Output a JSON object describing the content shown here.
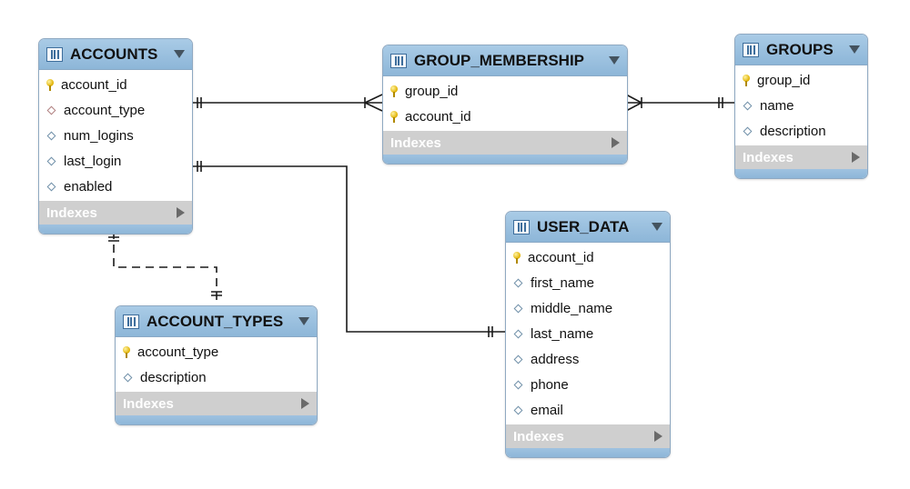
{
  "tables": [
    {
      "id": "accounts",
      "name": "ACCOUNTS",
      "columns": [
        {
          "name": "account_id",
          "kind": "key"
        },
        {
          "name": "account_type",
          "kind": "fk"
        },
        {
          "name": "num_logins",
          "kind": "column"
        },
        {
          "name": "last_login",
          "kind": "column"
        },
        {
          "name": "enabled",
          "kind": "column"
        }
      ],
      "indexes_label": "Indexes"
    },
    {
      "id": "group_membership",
      "name": "GROUP_MEMBERSHIP",
      "columns": [
        {
          "name": "group_id",
          "kind": "key"
        },
        {
          "name": "account_id",
          "kind": "key"
        }
      ],
      "indexes_label": "Indexes"
    },
    {
      "id": "groups",
      "name": "GROUPS",
      "columns": [
        {
          "name": "group_id",
          "kind": "key"
        },
        {
          "name": "name",
          "kind": "column"
        },
        {
          "name": "description",
          "kind": "column"
        }
      ],
      "indexes_label": "Indexes"
    },
    {
      "id": "account_types",
      "name": "ACCOUNT_TYPES",
      "columns": [
        {
          "name": "account_type",
          "kind": "key"
        },
        {
          "name": "description",
          "kind": "column"
        }
      ],
      "indexes_label": "Indexes"
    },
    {
      "id": "user_data",
      "name": "USER_DATA",
      "columns": [
        {
          "name": "account_id",
          "kind": "key"
        },
        {
          "name": "first_name",
          "kind": "column"
        },
        {
          "name": "middle_name",
          "kind": "column"
        },
        {
          "name": "last_name",
          "kind": "column"
        },
        {
          "name": "address",
          "kind": "column"
        },
        {
          "name": "phone",
          "kind": "column"
        },
        {
          "name": "email",
          "kind": "column"
        }
      ],
      "indexes_label": "Indexes"
    }
  ],
  "relationships": [
    {
      "from": "accounts",
      "to": "group_membership",
      "from_card": "one",
      "to_card": "many",
      "line": "solid"
    },
    {
      "from": "groups",
      "to": "group_membership",
      "from_card": "one",
      "to_card": "many",
      "line": "solid"
    },
    {
      "from": "accounts",
      "to": "user_data",
      "from_card": "one",
      "to_card": "one",
      "line": "solid"
    },
    {
      "from": "accounts",
      "to": "account_types",
      "from_card": "one",
      "to_card": "one",
      "line": "dashed"
    }
  ],
  "colors": {
    "header": "#8db6d8",
    "indexes_bar": "#cfcfcf",
    "line": "#1a1a1a"
  }
}
